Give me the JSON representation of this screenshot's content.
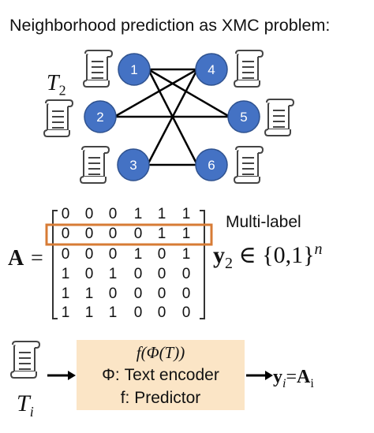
{
  "title": "Neighborhood prediction as XMC problem:",
  "graph": {
    "doc_label": "T",
    "doc_label_sub": "2",
    "nodes": [
      {
        "id": "1",
        "label": "1"
      },
      {
        "id": "2",
        "label": "2"
      },
      {
        "id": "3",
        "label": "3"
      },
      {
        "id": "4",
        "label": "4"
      },
      {
        "id": "5",
        "label": "5"
      },
      {
        "id": "6",
        "label": "6"
      }
    ],
    "edges": [
      [
        "1",
        "4"
      ],
      [
        "1",
        "5"
      ],
      [
        "1",
        "6"
      ],
      [
        "2",
        "5"
      ],
      [
        "2",
        "4"
      ],
      [
        "3",
        "6"
      ],
      [
        "3",
        "4"
      ]
    ],
    "node_color": "#4472c4",
    "node_stroke": "#2f528f"
  },
  "matrix": {
    "name": "A",
    "eq": "=",
    "rows": [
      [
        "0",
        "0",
        "0",
        "1",
        "1",
        "1"
      ],
      [
        "0",
        "0",
        "0",
        "0",
        "1",
        "1"
      ],
      [
        "0",
        "0",
        "0",
        "1",
        "0",
        "1"
      ],
      [
        "1",
        "0",
        "1",
        "0",
        "0",
        "0"
      ],
      [
        "1",
        "1",
        "0",
        "0",
        "0",
        "0"
      ],
      [
        "1",
        "1",
        "1",
        "0",
        "0",
        "0"
      ]
    ],
    "highlight_row": 1,
    "highlight_color": "#d77b35"
  },
  "multilabel": {
    "label": "Multi-label",
    "y": "y",
    "y_sub": "2",
    "set": " ∈ {0,1}",
    "exp": "n"
  },
  "pipeline": {
    "input_label": "T",
    "input_sub": "i",
    "box_lines": [
      "f(Φ(T))",
      "Φ: Text encoder",
      "f: Predictor"
    ],
    "box_color": "#fbe5c6",
    "output": {
      "y": "y",
      "y_sub": "i",
      "eq": "=",
      "A": "A",
      "A_sub": "i"
    }
  },
  "icons": {
    "document": "scroll-document-icon",
    "arrow": "right-arrow-icon"
  }
}
